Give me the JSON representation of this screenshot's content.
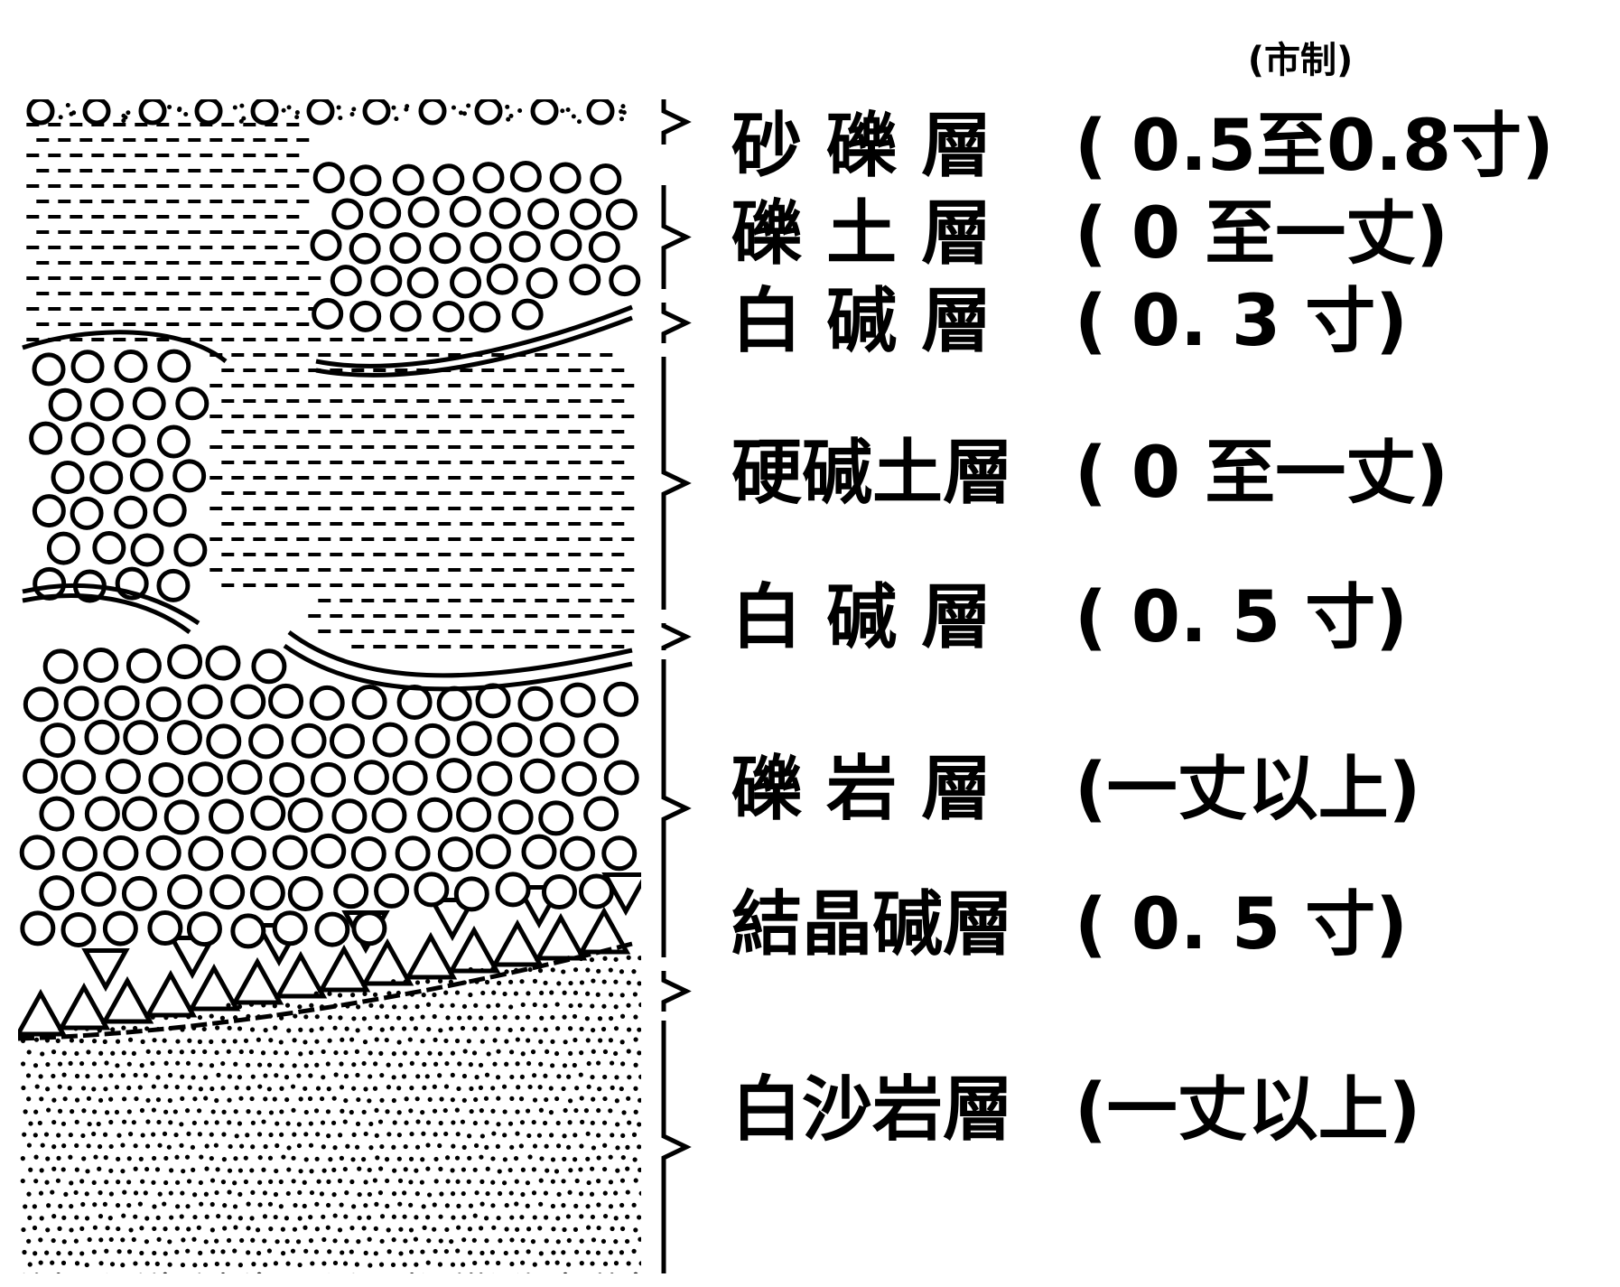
{
  "unit_note": "(市制)",
  "layers": [
    {
      "name": "砂 礫 層",
      "thickness": "( 0.5至0.8寸)",
      "pattern": "gravel-sand"
    },
    {
      "name": "礫 土 層",
      "thickness": "( 0 至一丈)",
      "pattern": "gravel-clay"
    },
    {
      "name": "白 碱 層",
      "thickness": "( 0. 3 寸)",
      "pattern": "alkali-thin"
    },
    {
      "name": "硬碱土層",
      "thickness": "( 0 至一丈)",
      "pattern": "hard-alkali-clay"
    },
    {
      "name": "白 碱 層",
      "thickness": "( 0. 5 寸)",
      "pattern": "alkali-thin"
    },
    {
      "name": "礫 岩 層",
      "thickness": "(一丈以上)",
      "pattern": "conglomerate"
    },
    {
      "name": "結晶碱層",
      "thickness": "( 0. 5 寸)",
      "pattern": "crystal-alkali"
    },
    {
      "name": "白沙岩層",
      "thickness": "(一丈以上)",
      "pattern": "sandstone"
    }
  ]
}
